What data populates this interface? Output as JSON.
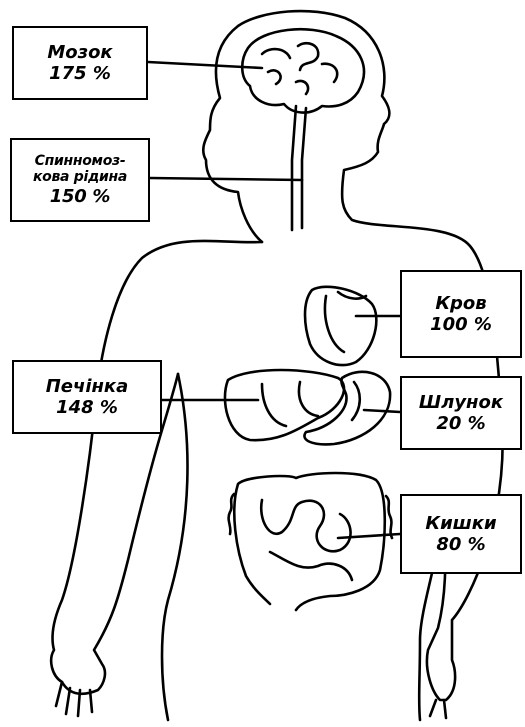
{
  "labels": {
    "brain": {
      "name": "Мозок",
      "value": "175 %"
    },
    "csf": {
      "name_line1": "Спинномоз-",
      "name_line2": "кова рідина",
      "value": "150 %"
    },
    "blood": {
      "name": "Кров",
      "value": "100 %"
    },
    "liver": {
      "name": "Печінка",
      "value": "148 %"
    },
    "stomach": {
      "name": "Шлунок",
      "value": "20 %"
    },
    "intestines": {
      "name": "Кишки",
      "value": "80 %"
    }
  },
  "colors": {
    "ink": "#000000",
    "paper": "#ffffff"
  }
}
